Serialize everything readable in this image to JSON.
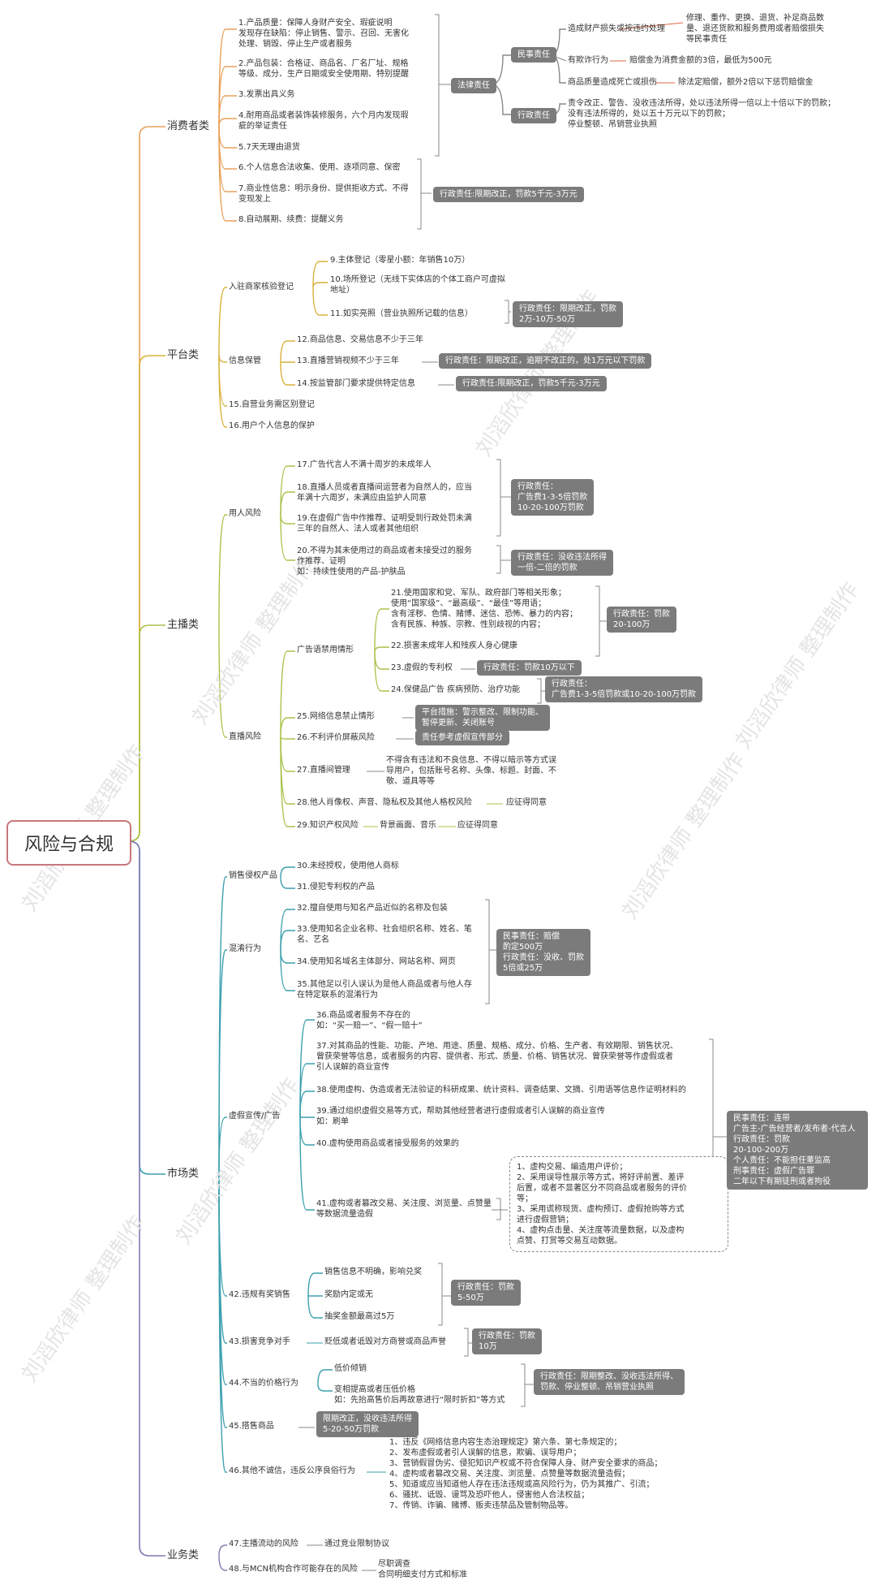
{
  "root": {
    "label": "风险与合规"
  },
  "watermark": "刘滔欣律师 整理制作",
  "categories": [
    {
      "label": "消费者类",
      "color": "#e8a15a"
    },
    {
      "label": "平台类",
      "color": "#d9b23a"
    },
    {
      "label": "主播类",
      "color": "#a9c24a"
    },
    {
      "label": "市场类",
      "color": "#3b9fae"
    },
    {
      "label": "业务类",
      "color": "#7e79b2"
    }
  ],
  "consumer": {
    "items": [
      "1.产品质量：保障人身财产安全、瑕疵说明\n发现存在缺陷：停止销售、警示、召回、无害化\n处理、销毁、停止生产或者服务",
      "2.产品包装：合格证、商品名、厂名厂址、规格\n等级、成分、生产日期或安全使用期、特别提醒",
      "3.发票出具义务",
      "4.耐用商品或者装饰装修服务，六个月内发现瑕\n疵的举证责任",
      "5.7天无理由退货",
      "6.个人信息合法收集、使用、逐项同意、保密",
      "7.商业性信息：明示身份、提供拒收方式、不得\n变现发上",
      "8.自动展期、续费：提醒义务"
    ],
    "legal_tag": "法律责任",
    "civil_tag": "民事责任",
    "admin_tag": "行政责任",
    "civil_items": [
      "造成财产损失或按违约处理",
      "有欺诈行为",
      "商品质量造成死亡或损伤"
    ],
    "civil_details": [
      "修理、重作、更换、退货、补足商品数\n量、退还货款和服务费用或者赔偿损失\n等民事责任",
      "赔偿金为消费金额的3倍，最低为500元",
      "除法定赔偿，额外2倍以下惩罚赔偿金"
    ],
    "admin_detail": "责令改正、警告、没收违法所得，处以违法所得一倍以上十倍以下的罚款；\n没有违法所得的，处以五十万元以下的罚款；\n停业整顿、吊销营业执照",
    "info_penalty": "行政责任:限期改正，罚款5千元-3万元"
  },
  "platform": {
    "groups": [
      "入驻商家核验登记",
      "信息保管"
    ],
    "register": [
      "9.主体登记（零星小额：年销售10万）",
      "10.场所登记（无线下实体店的个体工商户可虚拟\n地址）",
      "11.如实亮照（营业执照所记载的信息）"
    ],
    "register_penalty": "行政责任：限期改正，罚款\n2万-10万-50万",
    "keep": [
      "12.商品信息、交易信息不少于三年",
      "13.直播营销视频不少于三年",
      "14.按监管部门要求提供特定信息"
    ],
    "keep_penalty_13": "行政责任：限期改正，逾期不改正的，处1万元以下罚款",
    "keep_penalty_14": "行政责任:限期改正，罚款5千元-3万元",
    "others": [
      "15.自营业务需区别登记",
      "16.用户个人信息的保护"
    ]
  },
  "anchor": {
    "groups": [
      "用人风险",
      "直播风险"
    ],
    "hire": [
      "17.广告代言人不满十周岁的未成年人",
      "18.直播人员或者直播间运营者为自然人的，应当\n年满十六周岁，未满应由监护人同意",
      "19.在虚假广告中作推荐、证明受到行政处罚未满\n三年的自然人、法人或者其他组织",
      "20.不得为其未使用过的商品或者未接受过的服务\n作推荐、证明\n如：持续性使用的产品-护肤品"
    ],
    "hire_penalty": "行政责任：\n广告费1-3-5倍罚款\n10-20-100万罚款",
    "hire_penalty_20": "行政责任：没收违法所得\n一倍-二倍的罚款",
    "ad_group": "广告语禁用情形",
    "ad_items": [
      "21.使用国家和党、军队、政府部门等相关形象；\n使用“国家级”、“最高级”、“最佳”等用语；\n含有淫秽、色情、赌博、迷信、恐怖、暴力的内容；\n含有民族、种族、宗教、性别歧视的内容；",
      "22.损害未成年人和残疾人身心健康",
      "23.虚假的专利权",
      "24.保健品广告 疾病预防、治疗功能"
    ],
    "ad_penalty": "行政责任：罚款\n20-100万",
    "ad_penalty_23": "行政责任：罚款10万以下",
    "ad_penalty_24": "行政责任：\n广告费1-3-5倍罚款或10-20-100万罚款",
    "live_items": [
      "25.网络信息禁止情形",
      "26.不利评价屏蔽风险",
      "27.直播间管理",
      "28.他人肖像权、声音、隐私权及其他人格权风险",
      "29.知识产权风险"
    ],
    "live_25_tag": "平台措施：警示整改、限制功能、\n暂停更新、关闭账号",
    "live_26_tag": "责任参考虚假宣传部分",
    "live_27_detail": "不得含有违法和不良信息、不得以暗示等方式误\n导用户，包括账号名称、头像、标题、封面、不\n敬、道具等等",
    "live_28_detail": "应征得同意",
    "live_29_detail": "背景画面、音乐",
    "live_29_detail2": "应征得同意"
  },
  "market": {
    "groups": [
      "销售侵权产品",
      "混淆行为",
      "虚假宣传/广告"
    ],
    "infringe": [
      "30.未经授权，使用他人商标",
      "31.侵犯专利权的产品"
    ],
    "confuse": [
      "32.擅自使用与知名产品近似的名称及包装",
      "33.使用知名企业名称、社会组织名称、姓名、笔\n名、艺名",
      "34.使用知名域名主体部分、网站名称、网页",
      "35.其他足以引人误认为是他人商品或者与他人存\n在特定联系的混淆行为"
    ],
    "confuse_penalty": "民事责任：赔偿\n酌定500万\n行政责任：没收、罚款\n5倍或25万",
    "false_ad": [
      "36.商品或者服务不存在的\n如：“买一赔一”、“假一赔十”",
      "37.对其商品的性能、功能、产地、用途、质量、规格、成分、价格、生产者、有效期限、销售状况、\n曾获荣誉等信息，或者服务的内容、提供者、形式、质量、价格、销售状况、曾获荣誉等作虚假或者\n引人误解的商业宣传",
      "38.使用虚构、伪造或者无法验证的科研成果、统计资料、调查结果、文摘、引用语等信息作证明材料的",
      "39.通过组织虚假交易等方式，帮助其他经营者进行虚假或者引人误解的商业宣传\n如：刷单",
      "40.虚构使用商品或者接受服务的效果的",
      "41.虚构或者篡改交易、关注度、浏览量、点赞量\n等数据流量造假"
    ],
    "false_ad_box": "1、虚构交易、编造用户评价；\n2、采用误导性展示等方式，将好评前置、差评\n后置，或者不显著区分不同商品或者服务的评价\n等；\n3、采用谎称现货、虚构预订、虚假抢购等方式\n进行虚假营销；\n4、虚构点击量、关注度等流量数据，以及虚构\n点赞、打赏等交易互动数据。",
    "false_ad_penalty": "民事责任：连带\n广告主-广告经营者/发布者-代言人\n行政责任：罚款\n20-100-200万\n个人责任：不能担任董监高\n刑事责任：虚假广告罪\n二年以下有期徒刑或者拘役",
    "prize_label": "42.违规有奖销售",
    "prize_items": [
      "销售信息不明确，影响兑奖",
      "奖励内定或无",
      "抽奖金额最高过5万"
    ],
    "prize_penalty": "行政责任：罚款\n5-50万",
    "rival_label": "43.损害竞争对手",
    "rival_detail": "贬低或者诋毁对方商誉或商品声誉",
    "rival_penalty": "行政责任：罚款\n10万",
    "price_label": "44.不当的价格行为",
    "price_items": [
      "低价倾销",
      "变相提高或者压低价格\n如：先抬高售价后再故意进行“限时折扣”等方式"
    ],
    "price_penalty": "行政责任：限期整改、没收违法所得、\n罚款、停业整顿、吊销营业执照",
    "tie_label": "45.搭售商品",
    "tie_penalty": "限期改正，没收违法所得\n5-20-50万罚款",
    "other_label": "46.其他不诚信，违反公序良俗行为",
    "other_detail": "1、违反《网络信息内容生态治理规定》第六条、第七条规定的；\n2、发布虚假或者引人误解的信息，欺骗、误导用户；\n3、营销假冒伪劣、侵犯知识产权或不符合保障人身、财产安全要求的商品；\n4、虚构或者篡改交易、关注度、浏览量、点赞量等数据流量造假；\n5、知道或应当知道他人存在违法违规或高风险行为，仍为其推广、引流；\n6、骚扰、诋毁、谩骂及恐吓他人，侵害他人合法权益；\n7、传销、诈骗、赌博、贩卖违禁品及管制物品等。"
  },
  "business": {
    "items": [
      "47.主播流动的风险",
      "48.与MCN机构合作可能存在的风险"
    ],
    "detail_47": "通过竞业限制协议",
    "detail_48": "尽职调查\n合同明细支付方式和标准"
  }
}
